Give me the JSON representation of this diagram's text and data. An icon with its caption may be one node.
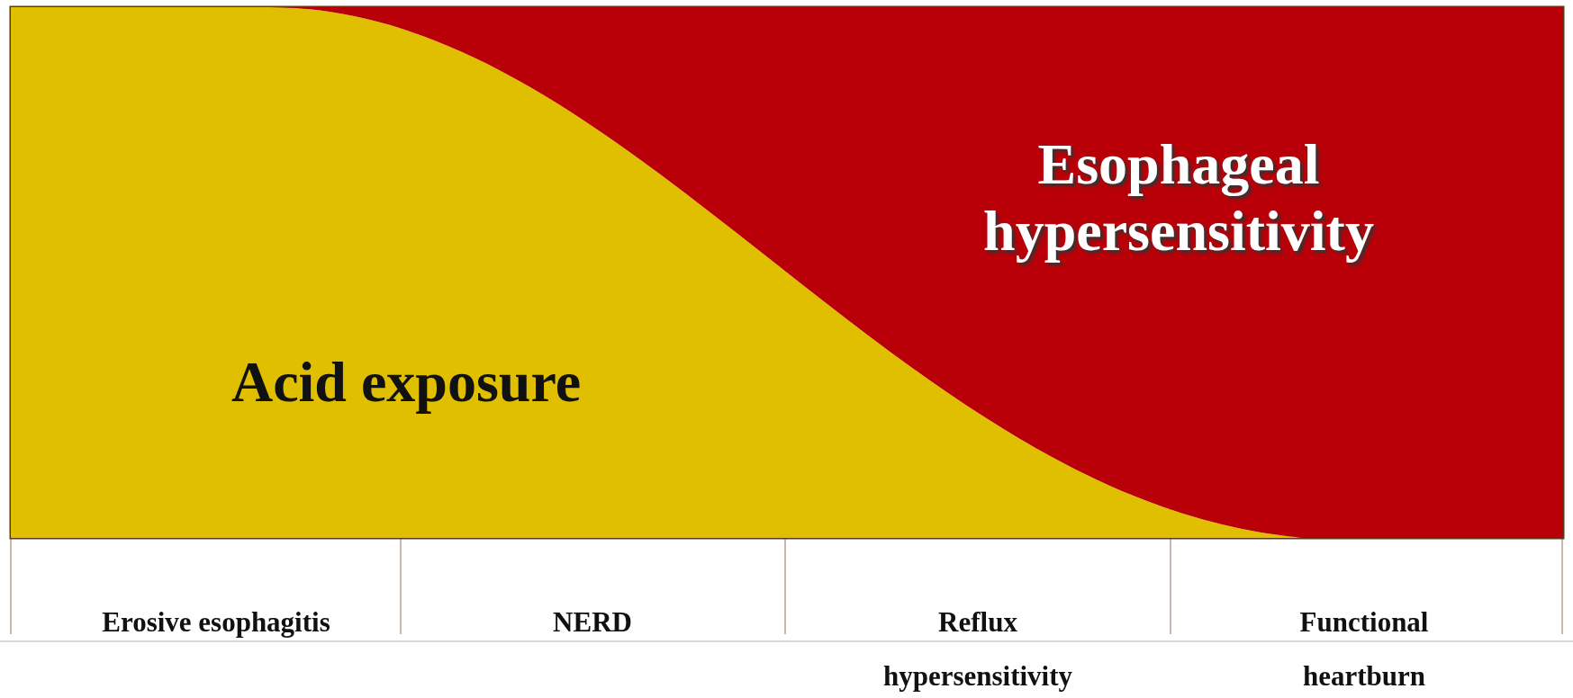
{
  "diagram": {
    "nodes": [
      {
        "text": [
          "Acid exposure"
        ]
      },
      {
        "text": [
          "Esophageal hypersensitivity"
        ]
      }
    ],
    "labels": [
      "Erosive esophagitis",
      "NERD",
      "Reflux hypersensitivity",
      "Functional heartburn"
    ]
  }
}
